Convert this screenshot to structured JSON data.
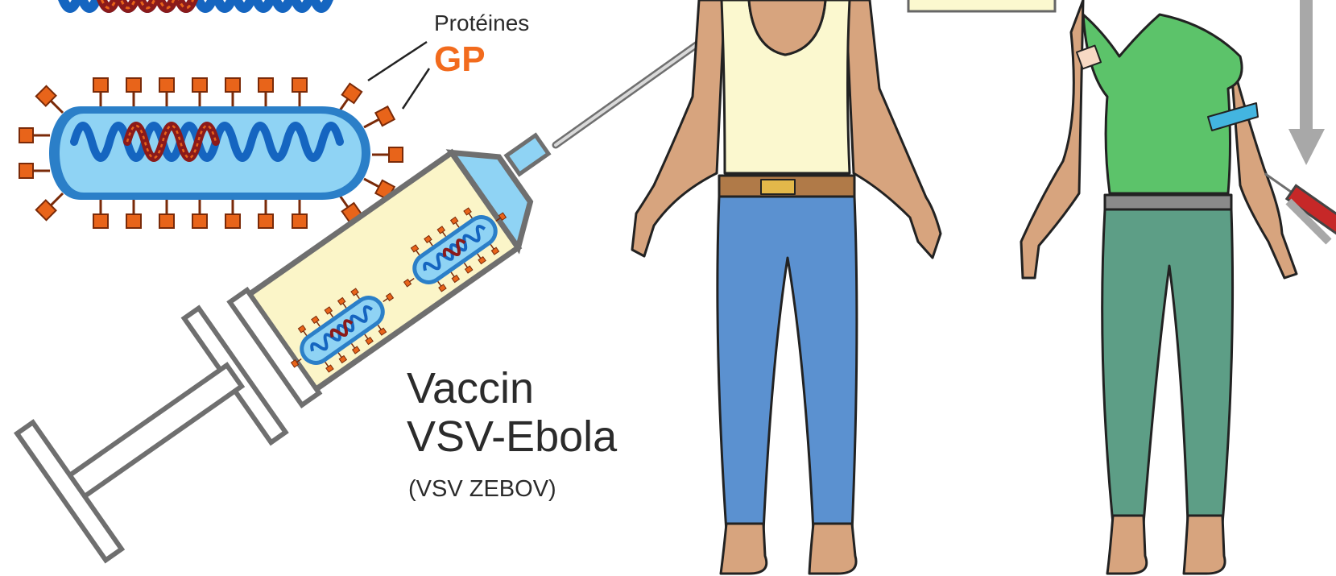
{
  "labels": {
    "proteins": "Protéines",
    "gp": "GP",
    "vaccine_line1": "Vaccin",
    "vaccine_line2": "VSV-Ebola",
    "vaccine_code": "(VSV ZEBOV)"
  },
  "colors": {
    "gp_orange": "#f26b1d",
    "spike_orange": "#e8641a",
    "virus_blue": "#8fd3f4",
    "virus_border": "#2b7fc8",
    "rna_blue": "#1565c0",
    "rna_red": "#8b1a1a",
    "syringe_fill": "#fbf5c8",
    "syringe_gray": "#6f6f6f",
    "tank_top": "#fbf8cf",
    "jeans_blue": "#5b91d0",
    "shirt_green": "#5cc36a",
    "pants_teal": "#5d9e86",
    "skin": "#d7a47e",
    "tourniquet": "#43b5e0"
  },
  "icons": [
    "virus-particle-icon",
    "rna-strand-icon",
    "vaccine-syringe-icon",
    "blood-draw-syringe-icon",
    "arrow-icon"
  ]
}
